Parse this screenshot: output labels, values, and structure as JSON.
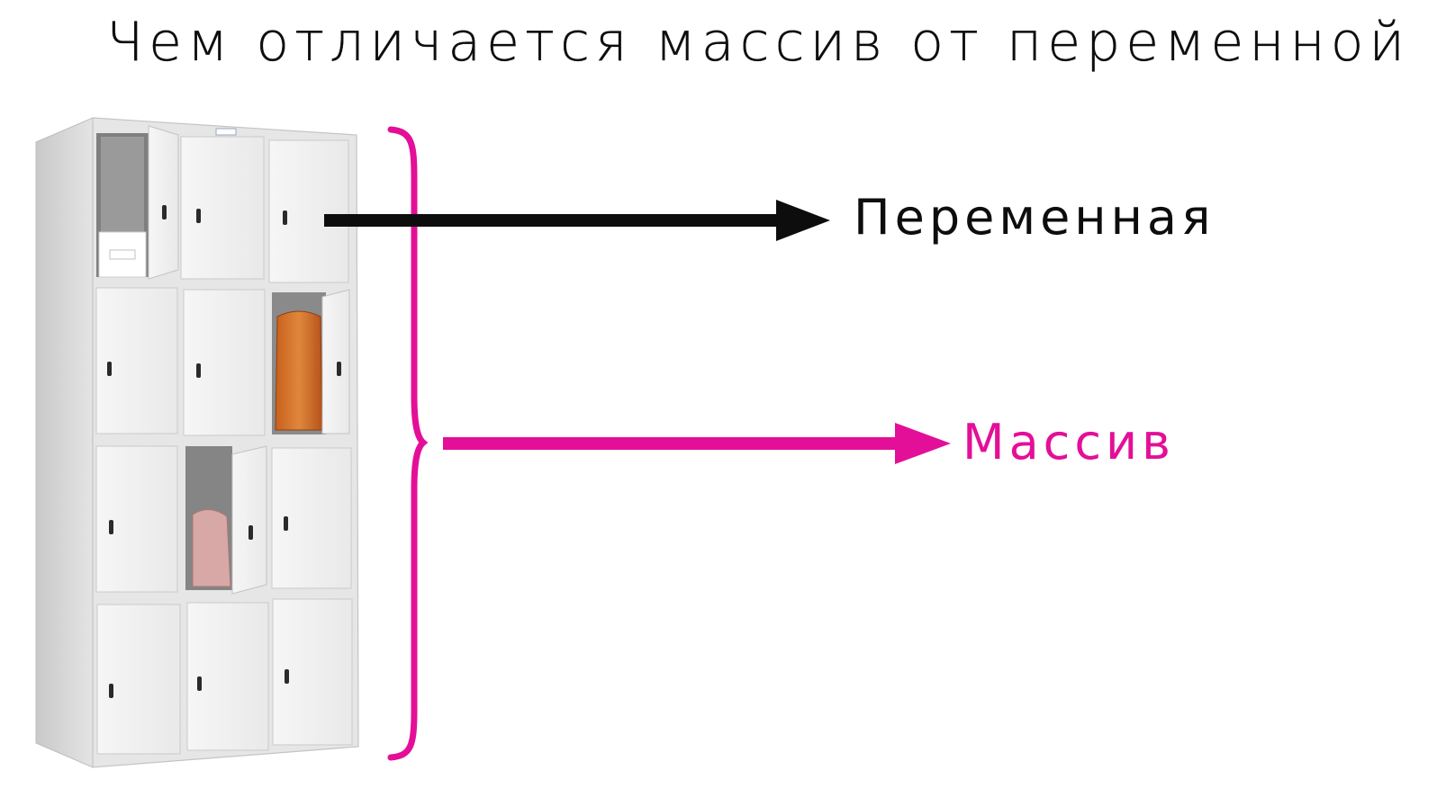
{
  "title": "Чем отличается массив от переменной",
  "labels": {
    "variable": "Переменная",
    "array": "Массив"
  },
  "colors": {
    "title_text": "#0d0d0d",
    "variable": "#0d0d0d",
    "array": "#e40f98",
    "cabinet_body": "#e7e7e7",
    "door": "#f2f2f2"
  },
  "icons": {
    "cabinet": "locker-cabinet-picture",
    "brace": "curly-brace",
    "arrows": "right-arrow"
  }
}
